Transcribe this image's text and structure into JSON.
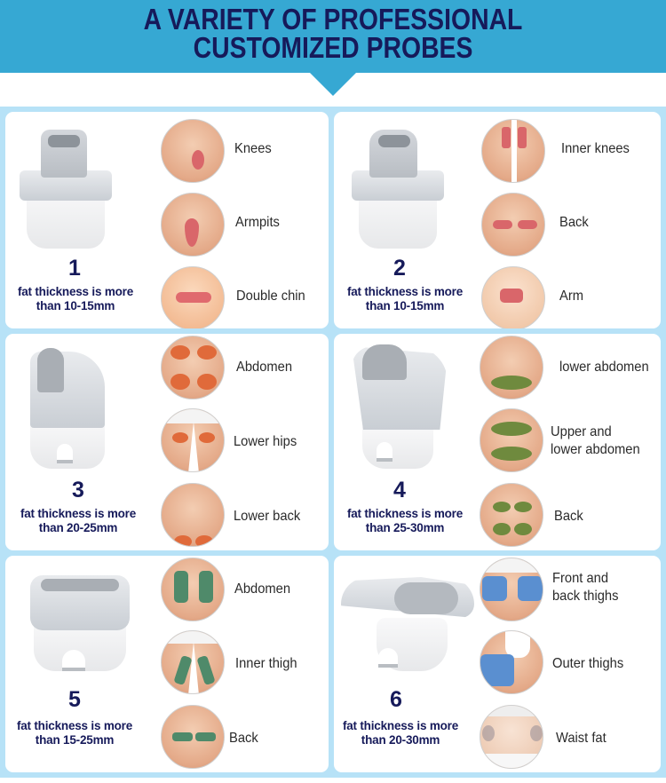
{
  "header": {
    "title_line1": "A VARIETY OF PROFESSIONAL",
    "title_line2": "CUSTOMIZED PROBES",
    "background_color": "#36a8d3",
    "text_color": "#161a5a"
  },
  "colors": {
    "grid_border": "#b7e2f7",
    "patch_red": "#d9666a",
    "patch_orange": "#e06a3a",
    "patch_olive": "#6f8a3e",
    "patch_teal": "#4f8a6a",
    "patch_blue": "#5a8fd0"
  },
  "probes": [
    {
      "number": "1",
      "desc_line1": "fat thickness is more",
      "desc_line2": "than 10-15mm",
      "areas": [
        {
          "label": "Knees",
          "icon": "knees-treatment-icon"
        },
        {
          "label": "Armpits",
          "icon": "armpits-treatment-icon"
        },
        {
          "label": "Double chin",
          "icon": "double-chin-treatment-icon"
        }
      ]
    },
    {
      "number": "2",
      "desc_line1": "fat thickness is more",
      "desc_line2": "than 10-15mm",
      "areas": [
        {
          "label": "Inner knees",
          "icon": "inner-knees-treatment-icon"
        },
        {
          "label": "Back",
          "icon": "back-treatment-icon"
        },
        {
          "label": "Arm",
          "icon": "arm-treatment-icon"
        }
      ]
    },
    {
      "number": "3",
      "desc_line1": "fat thickness is more",
      "desc_line2": "than 20-25mm",
      "areas": [
        {
          "label": "Abdomen",
          "icon": "abdomen-treatment-icon"
        },
        {
          "label": "Lower hips",
          "icon": "lower-hips-treatment-icon"
        },
        {
          "label": "Lower back",
          "icon": "lower-back-treatment-icon"
        }
      ]
    },
    {
      "number": "4",
      "desc_line1": "fat thickness is more",
      "desc_line2": "than 25-30mm",
      "areas": [
        {
          "label": "lower abdomen",
          "icon": "lower-abdomen-treatment-icon"
        },
        {
          "label_line1": "Upper and",
          "label_line2": "lower abdomen",
          "icon": "upper-lower-abdomen-treatment-icon"
        },
        {
          "label": "Back",
          "icon": "back-treatment-icon"
        }
      ]
    },
    {
      "number": "5",
      "desc_line1": "fat thickness is more",
      "desc_line2": "than 15-25mm",
      "areas": [
        {
          "label": "Abdomen",
          "icon": "abdomen-treatment-icon"
        },
        {
          "label": "Inner thigh",
          "icon": "inner-thigh-treatment-icon"
        },
        {
          "label": "Back",
          "icon": "back-treatment-icon"
        }
      ]
    },
    {
      "number": "6",
      "desc_line1": "fat thickness is more",
      "desc_line2": "than 20-30mm",
      "areas": [
        {
          "label_line1": "Front and",
          "label_line2": "back thighs",
          "icon": "front-back-thighs-treatment-icon"
        },
        {
          "label": "Outer thighs",
          "icon": "outer-thighs-treatment-icon"
        },
        {
          "label": "Waist fat",
          "icon": "waist-fat-treatment-icon"
        }
      ]
    }
  ]
}
